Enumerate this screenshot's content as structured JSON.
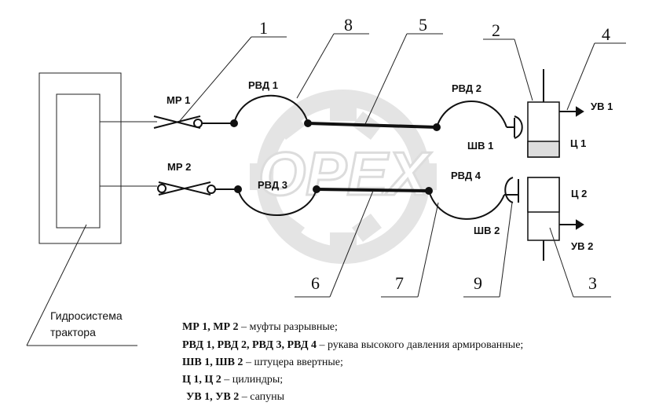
{
  "watermark": {
    "text": "OPEX"
  },
  "labels": {
    "mr1": "МР 1",
    "mr2": "МР 2",
    "rvd1": "РВД 1",
    "rvd2": "РВД 2",
    "rvd3": "РВД 3",
    "rvd4": "РВД 4",
    "shv1": "ШВ 1",
    "shv2": "ШВ 2",
    "c1": "Ц 1",
    "c2": "Ц 2",
    "uv1": "УВ 1",
    "uv2": "УВ 2"
  },
  "callouts": {
    "n1": "1",
    "n2": "2",
    "n3": "3",
    "n4": "4",
    "n5": "5",
    "n6": "6",
    "n7": "7",
    "n8": "8",
    "n9": "9"
  },
  "tractor_label": {
    "line1": "Гидросистема",
    "line2": "трактора"
  },
  "legend": [
    {
      "code": "МР 1, МР 2",
      "desc": " – муфты разрывные;"
    },
    {
      "code": "РВД 1, РВД 2, РВД 3, РВД 4",
      "desc": " – рукава высокого давления армированные;"
    },
    {
      "code": "ШВ 1, ШВ 2",
      "desc": " – штуцера ввертные;"
    },
    {
      "code": "Ц 1, Ц 2",
      "desc": " – цилиндры;"
    },
    {
      "code": "УВ 1, УВ 2",
      "desc": " – сапуны"
    }
  ]
}
